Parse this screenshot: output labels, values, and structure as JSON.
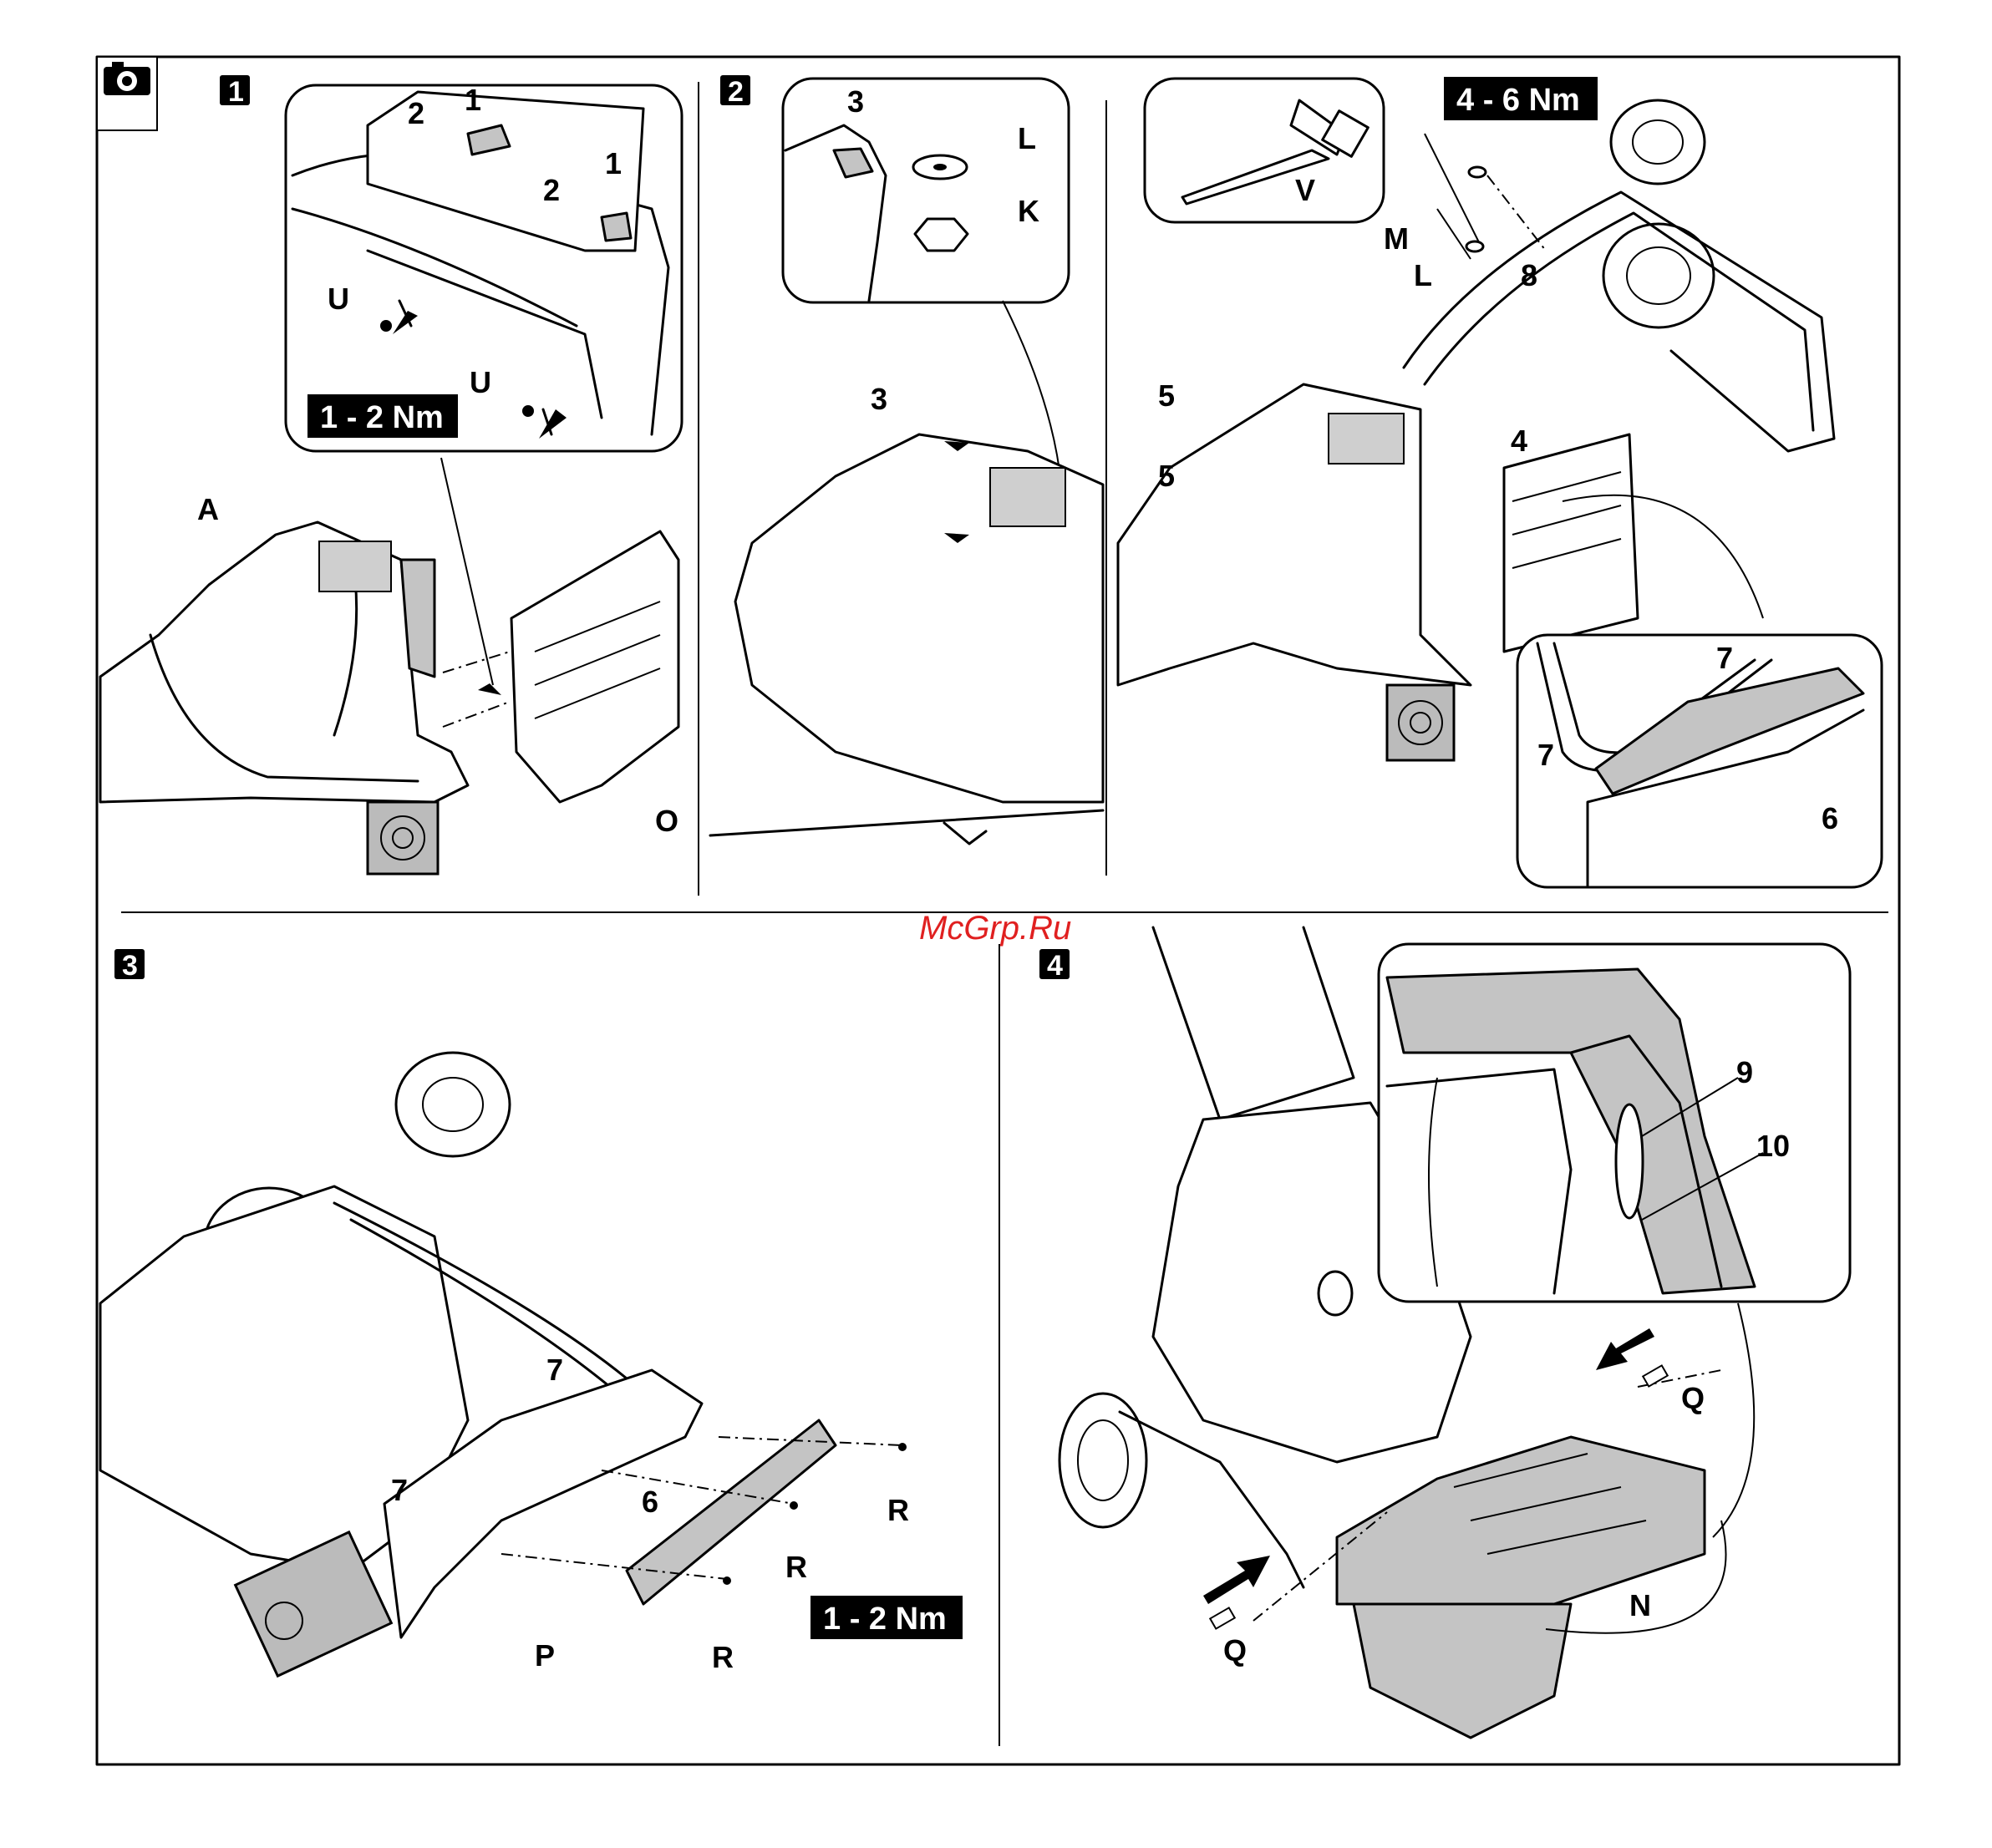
{
  "watermark": "McGrp.Ru",
  "steps": [
    "1",
    "2",
    "3",
    "4"
  ],
  "torques": {
    "step1": "1 - 2 Nm",
    "step2": "4 - 6 Nm",
    "step3": "1 - 2 Nm"
  },
  "labels": {
    "s1": [
      "1",
      "1",
      "2",
      "2",
      "U",
      "U",
      "A",
      "O"
    ],
    "s2a": [
      "3",
      "L",
      "K",
      "3",
      "3"
    ],
    "s2b": [
      "V",
      "M",
      "L",
      "8",
      "5",
      "5",
      "4",
      "7",
      "7",
      "6"
    ],
    "s3": [
      "7",
      "7",
      "6",
      "R",
      "R",
      "R",
      "P"
    ],
    "s4": [
      "9",
      "10",
      "Q",
      "Q",
      "N"
    ]
  },
  "colors": {
    "line": "#000000",
    "fill_grey": "#c4c4c4",
    "watermark": "#e02020"
  },
  "icons": [
    "camera-icon",
    "wrench-icon",
    "arrow-icon"
  ]
}
